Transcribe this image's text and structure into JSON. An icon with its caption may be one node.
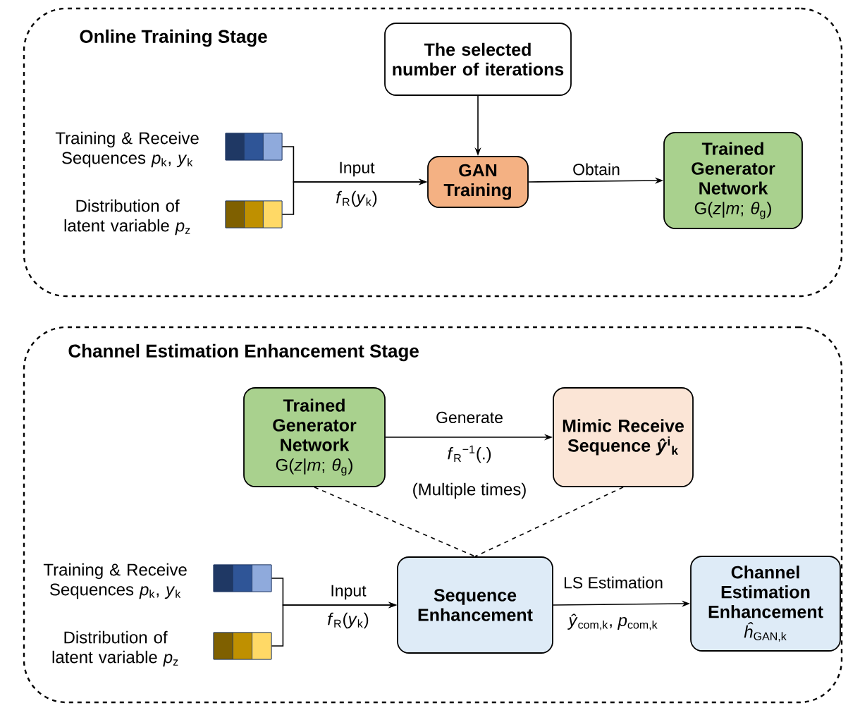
{
  "diagram": {
    "nodes": [
      {
        "text": [
          "Online Training Stage"
        ]
      },
      {
        "text": [
          "The selected number of iterations"
        ],
        "in": 0
      },
      {
        "text": [],
        "shape": "bar",
        "beside": [
          "Training & Receive Sequences *p*$_{k}$, *y*$_{k}$"
        ],
        "in": 0
      },
      {
        "text": [],
        "shape": "bar",
        "beside": [
          "Distribution of latent variable *p*$_{z}$"
        ],
        "in": 0
      },
      {
        "text": [
          "GAN Training"
        ],
        "in": 0
      },
      {
        "text": [
          "Trained Generator Network",
          "G(*z*|*m*; *θ*$_{g}$)"
        ],
        "in": 0
      },
      {
        "text": [
          "Channel Estimation Enhancement Stage"
        ]
      },
      {
        "text": [
          "Trained Generator Network",
          "G(*z*|*m*; *θ*$_{g}$)"
        ],
        "in": 6
      },
      {
        "text": [
          "Mimic Receive Sequence *ŷ*$^{i}$$_{k}$"
        ],
        "in": 6
      },
      {
        "text": [],
        "shape": "bar",
        "beside": [
          "Training & Receive Sequences *p*$_{k}$, *y*$_{k}$"
        ],
        "in": 6
      },
      {
        "text": [],
        "shape": "bar",
        "beside": [
          "Distribution of latent variable *p*$_{z}$"
        ],
        "in": 6
      },
      {
        "text": [
          "Sequence Enhancement"
        ],
        "in": 6
      },
      {
        "text": [
          "Channel Estimation Enhancement",
          "*ĥ*$_{GAN,k}$"
        ],
        "in": 6
      }
    ],
    "edges": [
      {
        "from": 1,
        "to": 4,
        "arrow": "to"
      },
      {
        "from": 2,
        "to": 4,
        "arrow": "to",
        "label": "Input"
      },
      {
        "from": 3,
        "to": 4,
        "arrow": "to"
      },
      {
        "from": 4,
        "to": 5,
        "arrow": "to",
        "label": "Obtain"
      },
      {
        "from": 7,
        "to": 8,
        "arrow": "to",
        "label": "Generate"
      },
      {
        "from": 7,
        "to": 11,
        "arrow": "none",
        "style": "dashed"
      },
      {
        "from": 8,
        "to": 11,
        "arrow": "none",
        "style": "dashed"
      },
      {
        "from": 9,
        "to": 11,
        "arrow": "to",
        "label": "Input"
      },
      {
        "from": 10,
        "to": 11,
        "arrow": "to"
      },
      {
        "from": 11,
        "to": 12,
        "arrow": "to",
        "label": "LS Estimation"
      }
    ],
    "labels": [
      "*f*$_{R}$(*y*$_{k}$)",
      "*f*$_{R}$$^{−1}$(.)",
      "(Multiple times)",
      "*f*$_{R}$(*y*$_{k}$)",
      "*ŷ*$_{com,k}$, *p*$_{com,k}$"
    ]
  }
}
